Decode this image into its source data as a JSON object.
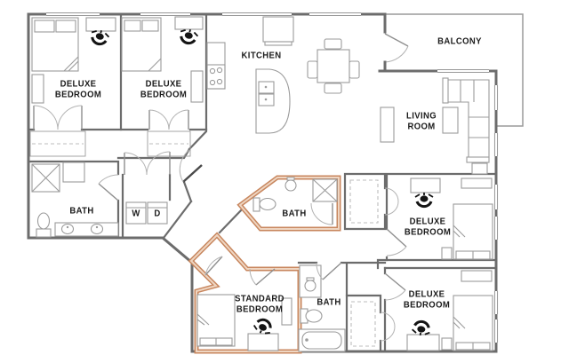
{
  "colors": {
    "wall": "#6c6c6c",
    "furniture": "#9b9b9b",
    "highlight": "#c8875f",
    "highlight_light": "#efd6c2",
    "label": "#1b1b1b",
    "background": "#ffffff"
  },
  "highlighted_rooms": [
    "BATH (middle)",
    "STANDARD BEDROOM"
  ],
  "labels": {
    "deluxe_bedroom_1": {
      "line1": "DELUXE",
      "line2": "BEDROOM"
    },
    "deluxe_bedroom_2": {
      "line1": "DELUXE",
      "line2": "BEDROOM"
    },
    "kitchen": {
      "line1": "KITCHEN"
    },
    "balcony": {
      "line1": "BALCONY"
    },
    "living_room": {
      "line1": "LIVING",
      "line2": "ROOM"
    },
    "bath_left": {
      "line1": "BATH"
    },
    "washer": {
      "line1": "W"
    },
    "dryer": {
      "line1": "D"
    },
    "bath_middle": {
      "line1": "BATH"
    },
    "deluxe_bedroom_3": {
      "line1": "DELUXE",
      "line2": "BEDROOM"
    },
    "standard_bedroom": {
      "line1": "STANDARD",
      "line2": "BEDROOM"
    },
    "bath_bottom": {
      "line1": "BATH"
    },
    "deluxe_bedroom_4": {
      "line1": "DELUXE",
      "line2": "BEDROOM"
    }
  }
}
